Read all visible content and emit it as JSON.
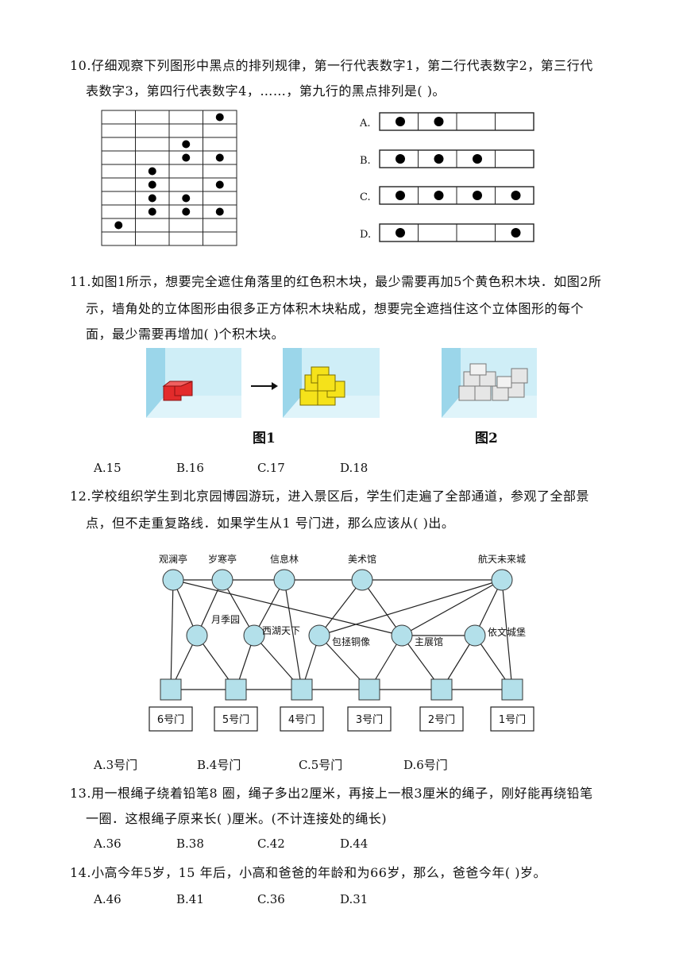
{
  "q10": {
    "line1": "10.仔细观察下列图形中黑点的排列规律，第一行代表数字1，第二行代表数字2，第三行代",
    "line2": "表数字3，第四行代表数字4，……，第九行的黑点排列是(          )。",
    "grid_rows": [
      [
        0,
        0,
        0,
        1
      ],
      [
        0,
        0,
        0,
        0
      ],
      [
        0,
        0,
        1,
        0
      ],
      [
        0,
        0,
        1,
        1
      ],
      [
        0,
        1,
        0,
        0
      ],
      [
        0,
        1,
        0,
        1
      ],
      [
        0,
        1,
        1,
        0
      ],
      [
        0,
        1,
        1,
        1
      ],
      [
        1,
        0,
        0,
        0
      ],
      [
        0,
        0,
        0,
        0
      ]
    ],
    "options": [
      {
        "label": "A.",
        "dots": [
          1,
          1,
          0,
          0
        ]
      },
      {
        "label": "B.",
        "dots": [
          1,
          1,
          1,
          0
        ]
      },
      {
        "label": "C.",
        "dots": [
          1,
          1,
          1,
          1
        ]
      },
      {
        "label": "D.",
        "dots": [
          1,
          0,
          0,
          1
        ]
      }
    ]
  },
  "q11": {
    "line1": "11.如图1所示，想要完全遮住角落里的红色积木块，最少需要再加5个黄色积木块．如图2所",
    "line2": "示，墙角处的立体图形由很多正方体积木块粘成，想要完全遮挡住这个立体图形的每个",
    "line3": "面，最少需要再增加(          )个积木块。",
    "fig1": "图1",
    "fig2": "图2",
    "options": [
      "A.15",
      "B.16",
      "C.17",
      "D.18"
    ],
    "colors": {
      "red": "#e32b2b",
      "yellow": "#f5e21a",
      "gray": "#e6e6e6",
      "wall": "#bfe6f2"
    }
  },
  "q12": {
    "line1": "12.学校组织学生到北京园博园游玩，进入景区后，学生们走遍了全部通道，参观了全部景",
    "line2": "点，但不走重复路线．如果学生从1  号门进，那么应该从(          )出。",
    "top_nodes": [
      "观澜亭",
      "岁寒亭",
      "信息林",
      "美术馆",
      "航天未来城"
    ],
    "mid_nodes": [
      "月季园",
      "西湖天下",
      "包拯铜像",
      "主展馆",
      "依文城堡"
    ],
    "gates": [
      "6号门",
      "5号门",
      "4号门",
      "3号门",
      "2号门",
      "1号门"
    ],
    "options": [
      "A.3号门",
      "B.4号门",
      "C.5号门",
      "D.6号门"
    ],
    "node_color": "#b3e0ea"
  },
  "q13": {
    "line1": "13.用一根绳子绕着铅笔8  圈，绳子多出2厘米，再接上一根3厘米的绳子，刚好能再绕铅笔",
    "line2": "一圈．这根绳子原来长(          )厘米。(不计连接处的绳长)",
    "options": [
      "A.36",
      "B.38",
      "C.42",
      "D.44"
    ]
  },
  "q14": {
    "line1": "14.小高今年5岁，15  年后，小高和爸爸的年龄和为66岁，那么，爸爸今年(          )岁。",
    "options": [
      "A.46",
      "B.41",
      "C.36",
      "D.31"
    ]
  }
}
